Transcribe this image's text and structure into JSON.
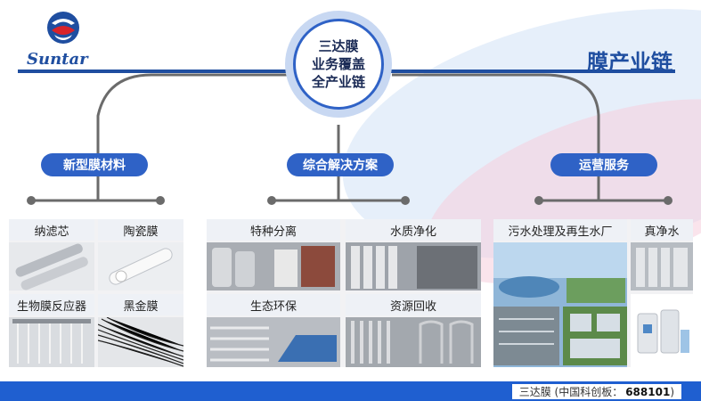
{
  "brand": {
    "logo_text": "Suntar"
  },
  "title": "膜产业链",
  "hub": {
    "lines": [
      "三达膜",
      "业务覆盖",
      "全产业链"
    ]
  },
  "categories": [
    {
      "label": "新型膜材料"
    },
    {
      "label": "综合解决方案"
    },
    {
      "label": "运营服务"
    }
  ],
  "tiles": {
    "materials": [
      "纳滤芯",
      "陶瓷膜",
      "生物膜反应器",
      "黑金膜"
    ],
    "solutions": [
      "特种分离",
      "水质净化",
      "生态环保",
      "资源回收"
    ],
    "operations": [
      "污水处理及再生水厂",
      "真净水"
    ]
  },
  "footer": {
    "company": "三达膜 (中国科创板：",
    "code": "688101",
    "close": ")"
  },
  "colors": {
    "brand_blue": "#1f4ea0",
    "accent_blue": "#2f62c6",
    "footer_blue": "#1f5fd0"
  }
}
